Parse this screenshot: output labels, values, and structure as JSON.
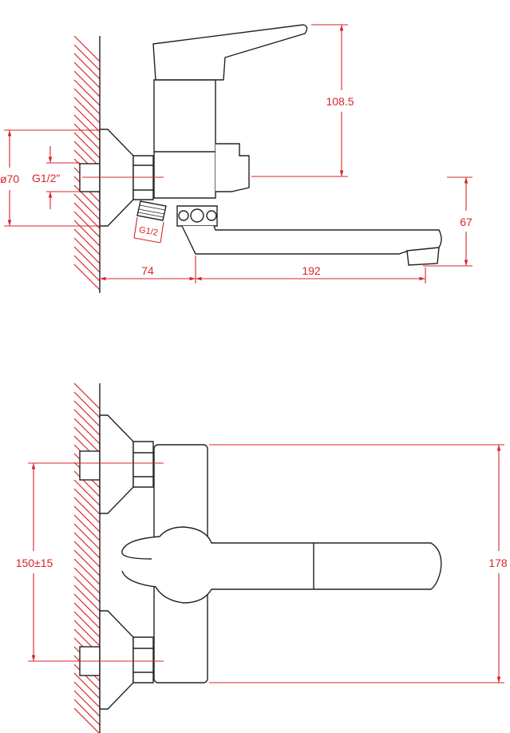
{
  "side_view": {
    "dimensions": {
      "handle_height": "108.5",
      "flange_diameter": "ø70",
      "inlet_thread": "G1/2\"",
      "outlet_thread": "G1/2",
      "wall_to_body": "74",
      "spout_reach": "192",
      "spout_height": "67"
    }
  },
  "top_view": {
    "dimensions": {
      "inlet_spacing": "150±15",
      "body_height": "178"
    }
  },
  "colors": {
    "dimension": "#d8242b",
    "outline": "#222222"
  }
}
